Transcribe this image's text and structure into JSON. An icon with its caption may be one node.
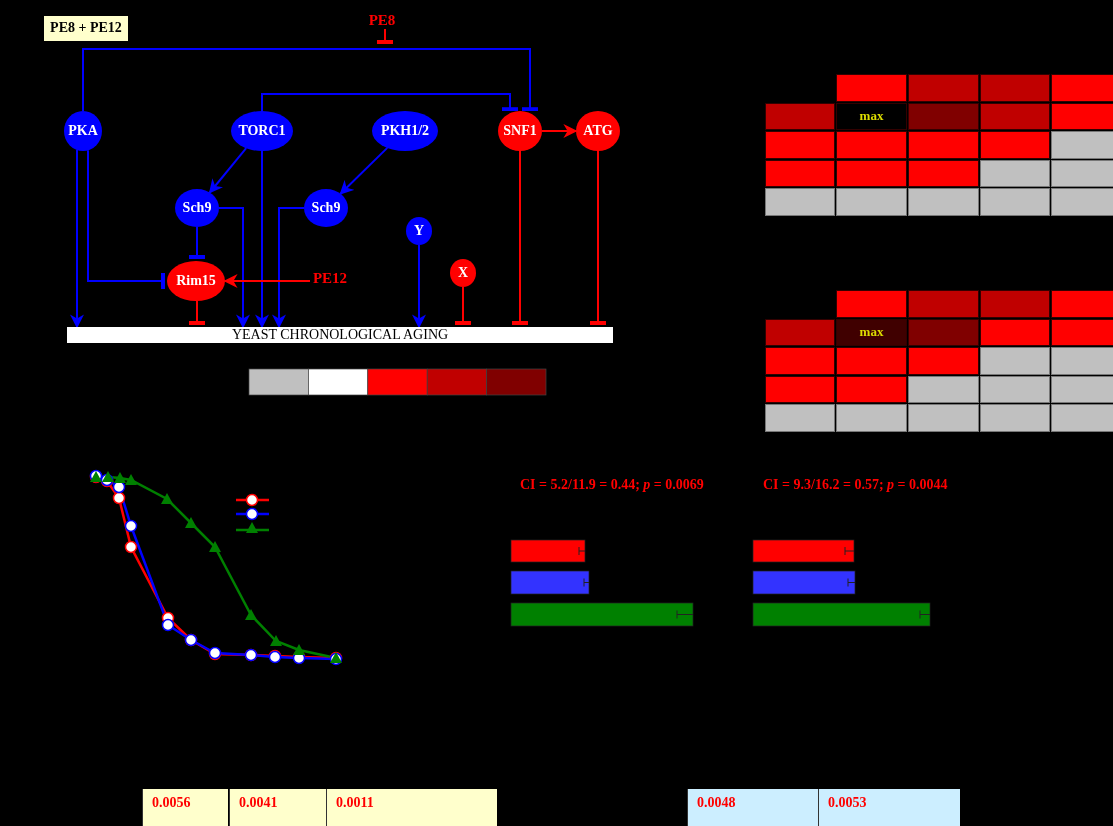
{
  "diagram": {
    "nodes": [
      {
        "text": [
          "PE8 + PE12"
        ]
      },
      {
        "text": [
          "PE8"
        ]
      },
      {
        "text": [
          "PKA"
        ]
      },
      {
        "text": [
          "TORC1"
        ]
      },
      {
        "text": [
          "PKH1/2"
        ]
      },
      {
        "text": [
          "SNF1"
        ]
      },
      {
        "text": [
          "ATG"
        ]
      },
      {
        "text": [
          "Sch9"
        ]
      },
      {
        "text": [
          "Sch9"
        ]
      },
      {
        "text": [
          "Y"
        ]
      },
      {
        "text": [
          "X"
        ]
      },
      {
        "text": [
          "Rim15"
        ]
      },
      {
        "text": [
          "PE12"
        ]
      },
      {
        "text": [
          "YEAST CHRONOLOGICAL AGING"
        ]
      }
    ],
    "edges": [
      {
        "from": 1,
        "to": null,
        "arrow": "other",
        "color": "#ff0000"
      },
      {
        "from": 2,
        "to": 5,
        "arrow": "other"
      },
      {
        "from": 3,
        "to": 5,
        "arrow": "other"
      },
      {
        "from": 5,
        "to": 6,
        "arrow": "to",
        "color": "#ff0000"
      },
      {
        "from": 3,
        "to": 7,
        "arrow": "to"
      },
      {
        "from": 4,
        "to": 8,
        "arrow": "to"
      },
      {
        "from": 2,
        "to": 13,
        "arrow": "to"
      },
      {
        "from": 2,
        "to": 11,
        "arrow": "other"
      },
      {
        "from": 7,
        "to": 11,
        "arrow": "other"
      },
      {
        "from": 7,
        "to": 13,
        "arrow": "to"
      },
      {
        "from": 3,
        "to": 13,
        "arrow": "to"
      },
      {
        "from": 8,
        "to": 13,
        "arrow": "to"
      },
      {
        "from": 12,
        "to": 11,
        "arrow": "to",
        "color": "#ff0000"
      },
      {
        "from": 11,
        "to": 13,
        "arrow": "other",
        "color": "#ff0000"
      },
      {
        "from": 9,
        "to": 13,
        "arrow": "to"
      },
      {
        "from": 10,
        "to": 13,
        "arrow": "other",
        "color": "#ff0000"
      },
      {
        "from": 5,
        "to": 13,
        "arrow": "other",
        "color": "#ff0000"
      },
      {
        "from": 6,
        "to": 13,
        "arrow": "other",
        "color": "#ff0000"
      }
    ],
    "labels": [
      "max",
      "max",
      "CI = 5.2/11.9 = 0.44; *p* = 0.0069",
      "CI = 9.3/16.2 = 0.57; *p* = 0.0044",
      "0.0056",
      "0.0041",
      "0.0011",
      "0.0048",
      "0.0053"
    ]
  }
}
